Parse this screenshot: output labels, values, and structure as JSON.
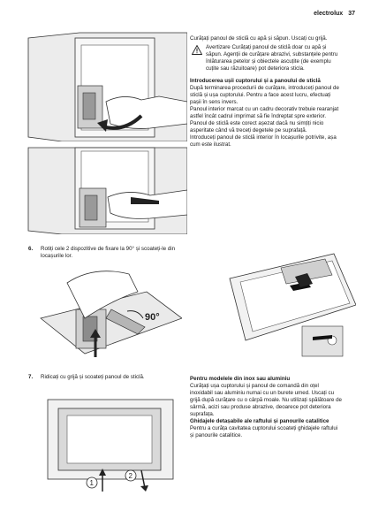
{
  "header": {
    "brand": "electrolux",
    "page_number": "37"
  },
  "left": {
    "step6": {
      "number": "6.",
      "text": "Rotiți cele 2 dispozitive de fixare la 90° și scoateți-le din locașurile lor."
    },
    "fig3": {
      "angle_label": "90°"
    },
    "step7": {
      "number": "7.",
      "text": "Ridicați cu grijă și scoateți panoul de sticlă."
    },
    "fig4": {
      "mark1": "1",
      "mark2": "2"
    }
  },
  "right": {
    "intro1": "Curățați panoul de sticlă cu apă și săpun. Uscați cu grijă.",
    "warning": "Avertizare Curățați panoul de sticlă doar cu apă și săpun. Agenții de curățare abrazivi, substanțele pentru înlăturarea petelor și obiectele ascuțite (de exemplu cuțite sau răzuitoare) pot deteriora sticla.",
    "install_heading": "Introducerea ușii cuptorului și a panoului de sticlă",
    "install_p1": "După terminarea procedurii de curățare, introduceți panoul de sticlă și ușa cuptorului. Pentru a face acest lucru, efectuați pașii în sens invers.",
    "install_p2": "Panoul interior marcat cu un cadru decorativ trebuie rearanjat astfel încât cadrul imprimat să fie îndreptat spre exterior. Panoul de sticlă este corect așezat dacă nu simțiți nicio asperitate când vă treceți degetele pe suprafață.",
    "install_p3": "Introduceți panoul de sticlă interior în locașurile potrivite, așa cum este ilustrat.",
    "alu_heading": "Pentru modelele din inox sau aluminiu",
    "alu_text": "Curățați ușa cuptorului și panoul de comandă din oțel inoxidabil sau aluminiu numai cu un burete umed. Uscați cu grijă după curățare cu o cârpă moale. Nu utilizați spălătoare de sârmă, acizi sau produse abrazive, deoarece pot deteriora suprafața.",
    "rails_heading": "Ghidajele detașabile ale raftului și panourile catalitice",
    "rails_text": "Pentru a curăța cavitatea cuptorului scoateți ghidajele raftului și panourile catalitice."
  }
}
